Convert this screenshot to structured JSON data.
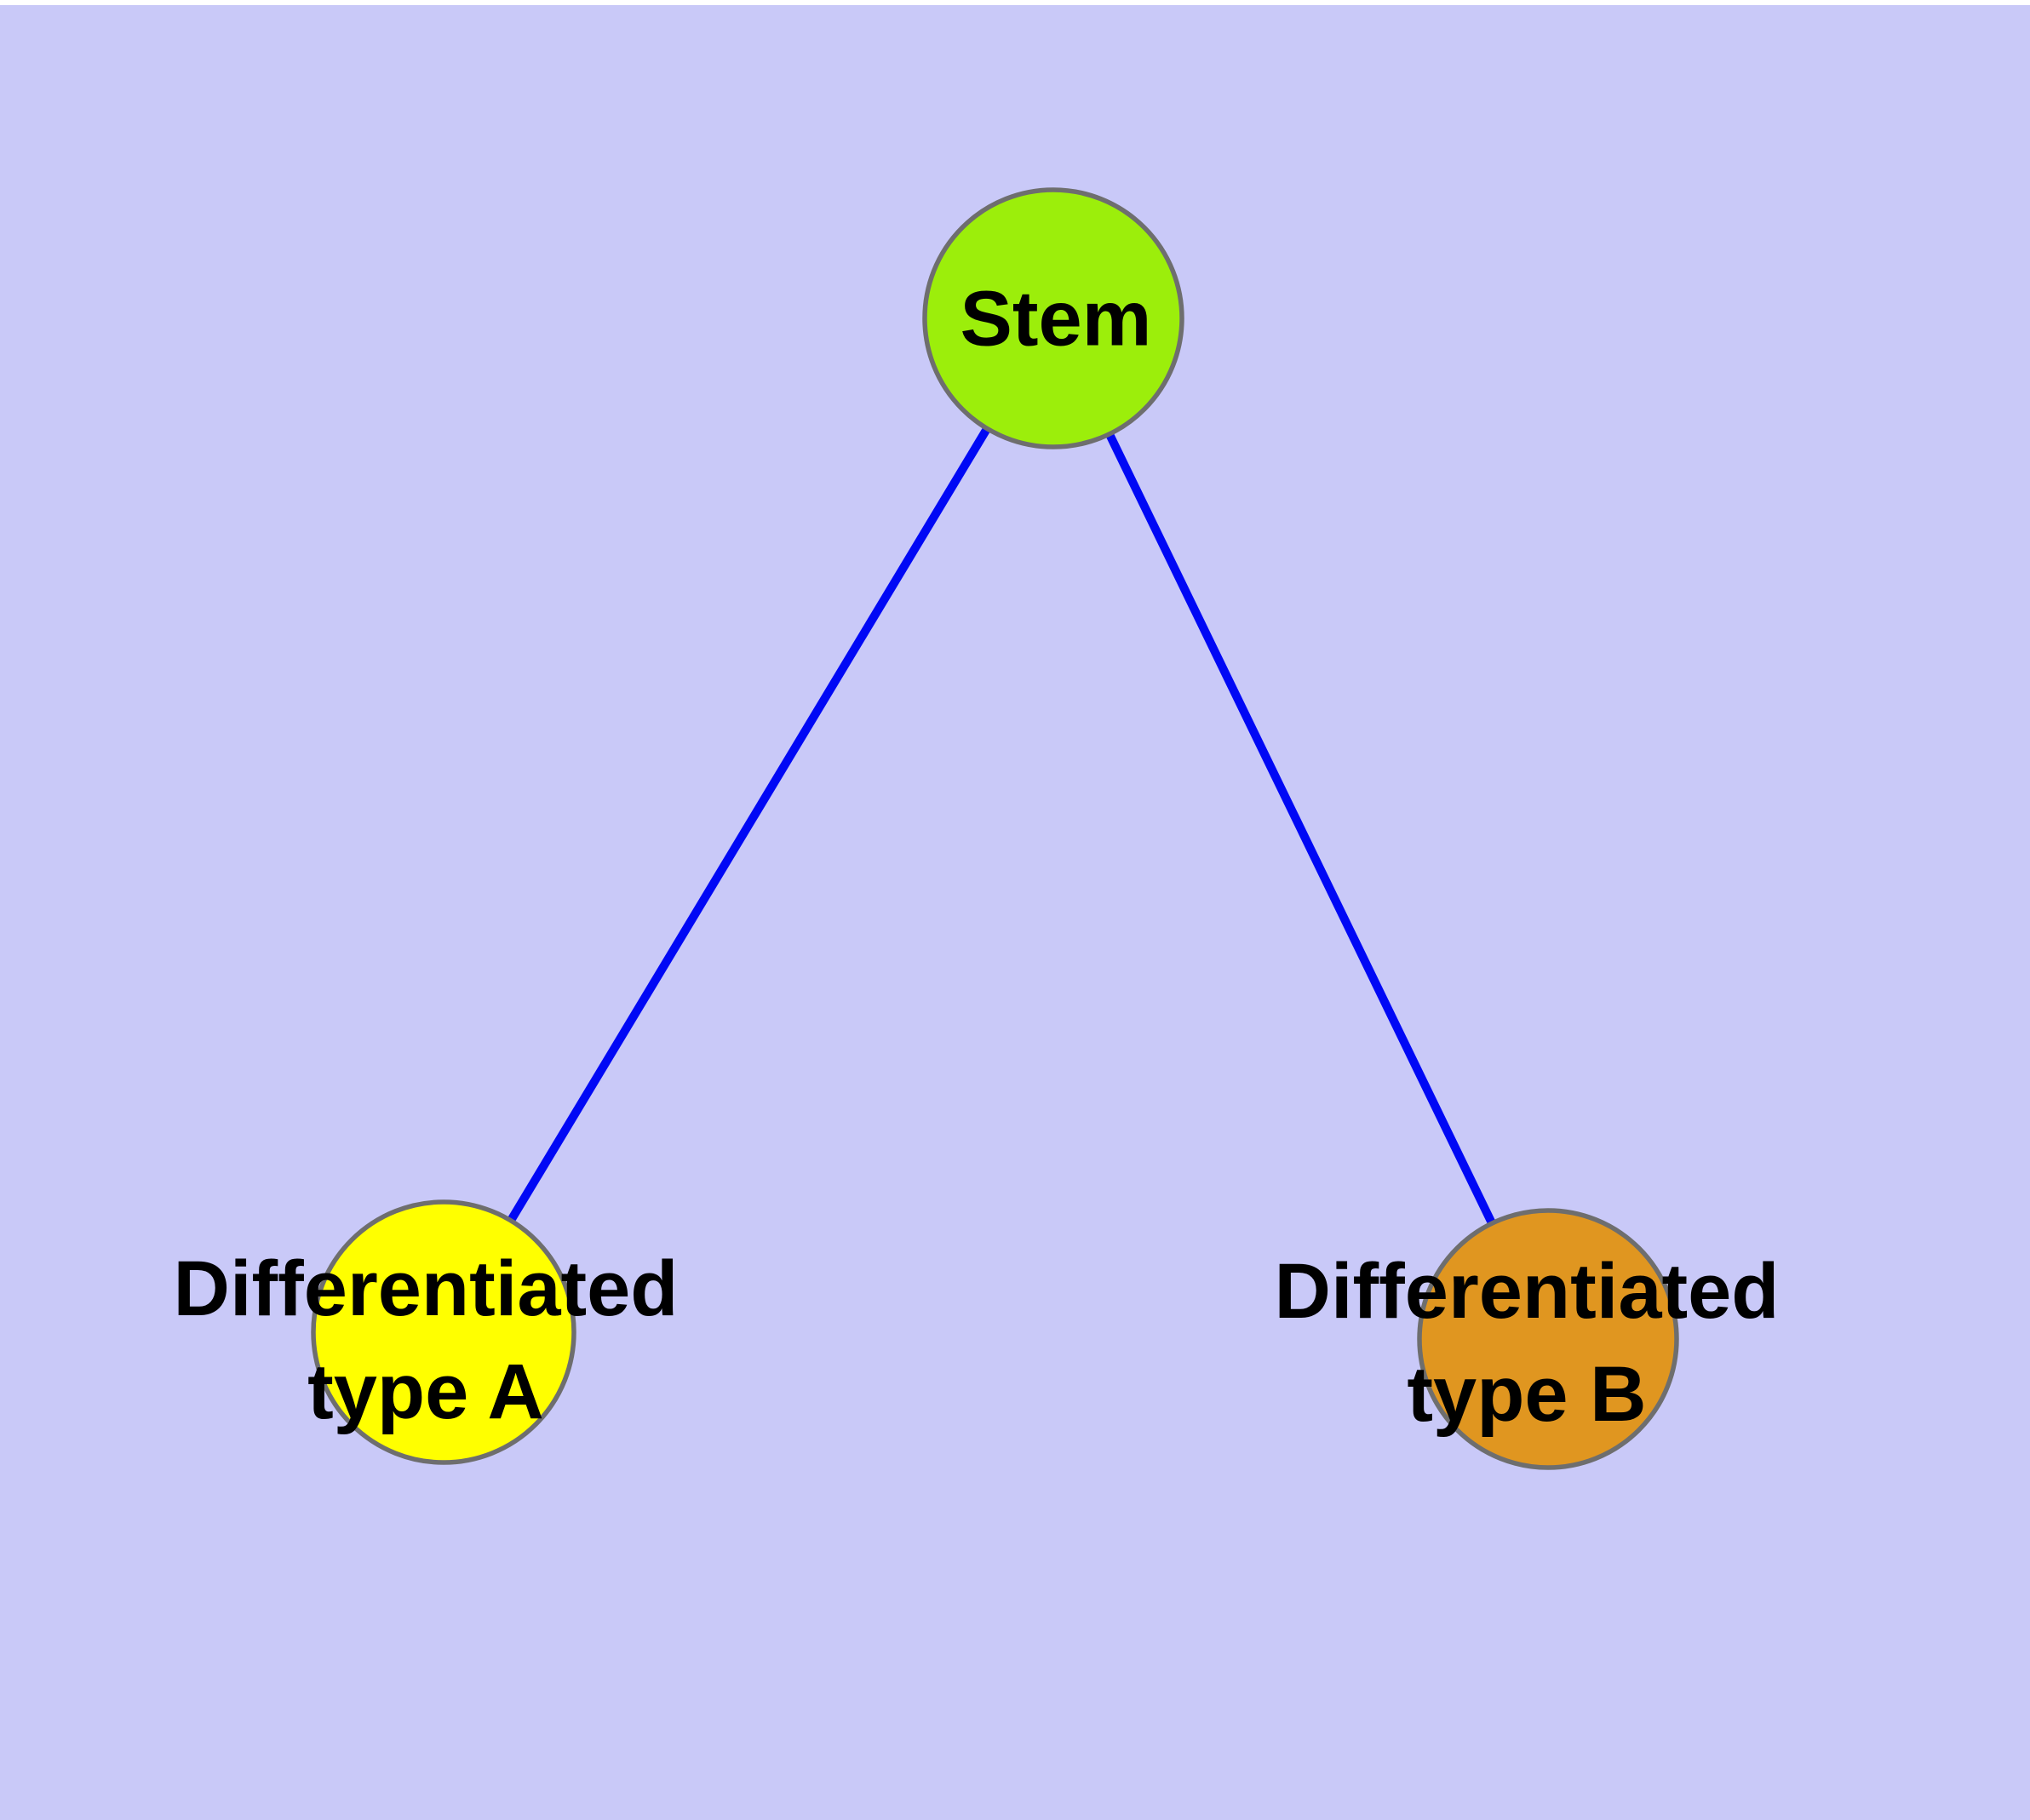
{
  "diagram": {
    "background_color": "#C9C9F8",
    "top_strip_color": "#FFFFFF",
    "text_color": "#000000",
    "edge": {
      "color": "#0008F5"
    },
    "node_border_color": "#6E6E6E",
    "nodes": {
      "stem": {
        "label": "Stem",
        "fill": "#9CEE0B"
      },
      "type_a": {
        "label_line1": "Differentiated",
        "label_line2": "type A",
        "fill": "#FFFF00"
      },
      "type_b": {
        "label_line1": "Differentiated",
        "label_line2": "type B",
        "fill": "#E09620"
      }
    }
  }
}
